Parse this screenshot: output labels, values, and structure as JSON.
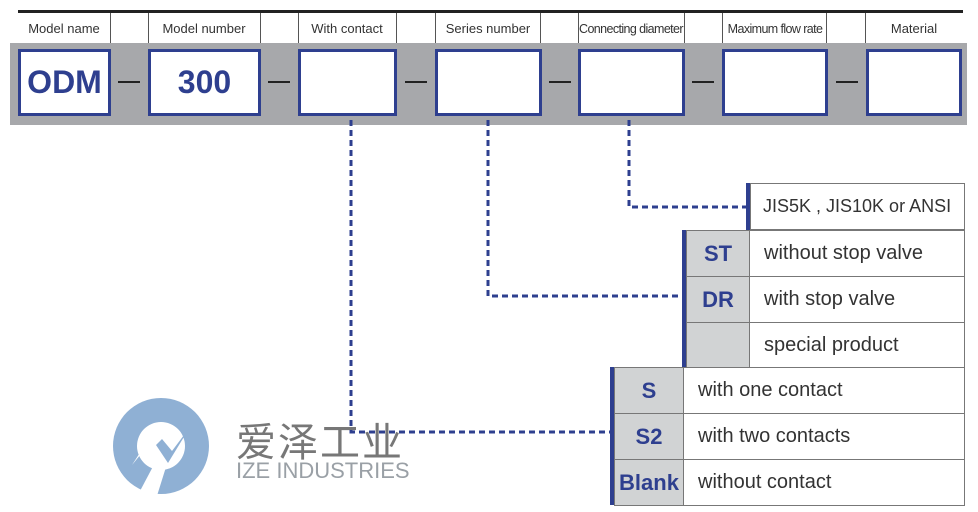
{
  "header": {
    "columns": [
      {
        "label": "Model name"
      },
      {
        "label": "Model number"
      },
      {
        "label": "With contact"
      },
      {
        "label": "Series number"
      },
      {
        "label": "Connecting diameter"
      },
      {
        "label": "Maximum flow rate"
      },
      {
        "label": "Material"
      }
    ]
  },
  "code_boxes": [
    {
      "value": "ODM"
    },
    {
      "value": "300"
    },
    {
      "value": ""
    },
    {
      "value": ""
    },
    {
      "value": ""
    },
    {
      "value": ""
    },
    {
      "value": ""
    }
  ],
  "separator": "—",
  "connecting_diameter_table": {
    "rows": [
      {
        "description": "JIS5K , JIS10K or ANSI"
      }
    ]
  },
  "series_table": {
    "rows": [
      {
        "code": "ST",
        "description": "without stop valve"
      },
      {
        "code": "DR",
        "description": "with stop valve"
      },
      {
        "code": "",
        "description": "special product"
      }
    ]
  },
  "contact_table": {
    "rows": [
      {
        "code": "S",
        "description": "with one contact"
      },
      {
        "code": "S2",
        "description": "with two contacts"
      },
      {
        "code": "Blank",
        "description": "without contact"
      }
    ]
  },
  "watermark": {
    "chinese": "爱泽工业",
    "english": "IZE INDUSTRIES",
    "icon": "ize-logo-icon"
  },
  "colors": {
    "accent": "#2e3f8f",
    "band": "#a7a8ab",
    "code_cell": "#d1d3d4",
    "logo": "#8fb0d4"
  }
}
